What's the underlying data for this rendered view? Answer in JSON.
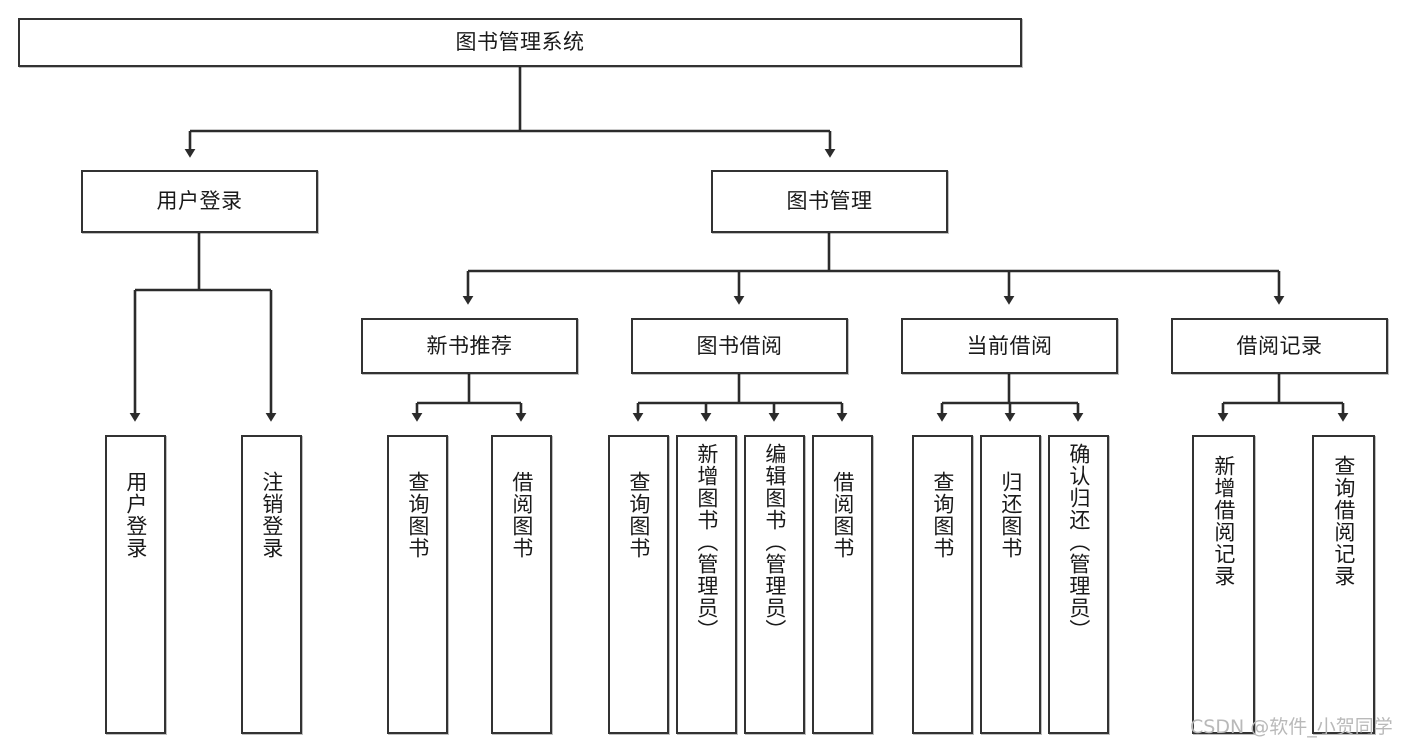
{
  "diagram": {
    "title": "图书管理系统",
    "type": "tree-hierarchy",
    "watermark": "CSDN @软件_小贺同学",
    "accent_border_color": "#333333",
    "background_color": "#ffffff"
  },
  "nodes": {
    "root": {
      "label": "图书管理系统"
    },
    "level2": [
      {
        "id": "user-login",
        "label": "用户登录"
      },
      {
        "id": "book-manage",
        "label": "图书管理"
      }
    ],
    "level3": [
      {
        "id": "new-book-recommend",
        "label": "新书推荐"
      },
      {
        "id": "book-borrow",
        "label": "图书借阅"
      },
      {
        "id": "current-borrow",
        "label": "当前借阅"
      },
      {
        "id": "borrow-record",
        "label": "借阅记录"
      }
    ],
    "leaves": {
      "user-login": [
        {
          "id": "leaf-user-login",
          "label": "用户登录"
        },
        {
          "id": "leaf-logout-login",
          "label": "注销登录"
        }
      ],
      "new-book-recommend": [
        {
          "id": "leaf-query-book-1",
          "label": "查询图书"
        },
        {
          "id": "leaf-borrow-book-1",
          "label": "借阅图书"
        }
      ],
      "book-borrow": [
        {
          "id": "leaf-query-book-2",
          "label": "查询图书"
        },
        {
          "id": "leaf-add-book",
          "label": "新增图书（管理员）"
        },
        {
          "id": "leaf-edit-book",
          "label": "编辑图书（管理员）"
        },
        {
          "id": "leaf-borrow-book-2",
          "label": "借阅图书"
        }
      ],
      "current-borrow": [
        {
          "id": "leaf-query-book-3",
          "label": "查询图书"
        },
        {
          "id": "leaf-return-book",
          "label": "归还图书"
        },
        {
          "id": "leaf-confirm-return",
          "label": "确认归还（管理员）"
        }
      ],
      "borrow-record": [
        {
          "id": "leaf-add-record",
          "label": "新增借阅记录"
        },
        {
          "id": "leaf-query-record",
          "label": "查询借阅记录"
        }
      ]
    }
  }
}
